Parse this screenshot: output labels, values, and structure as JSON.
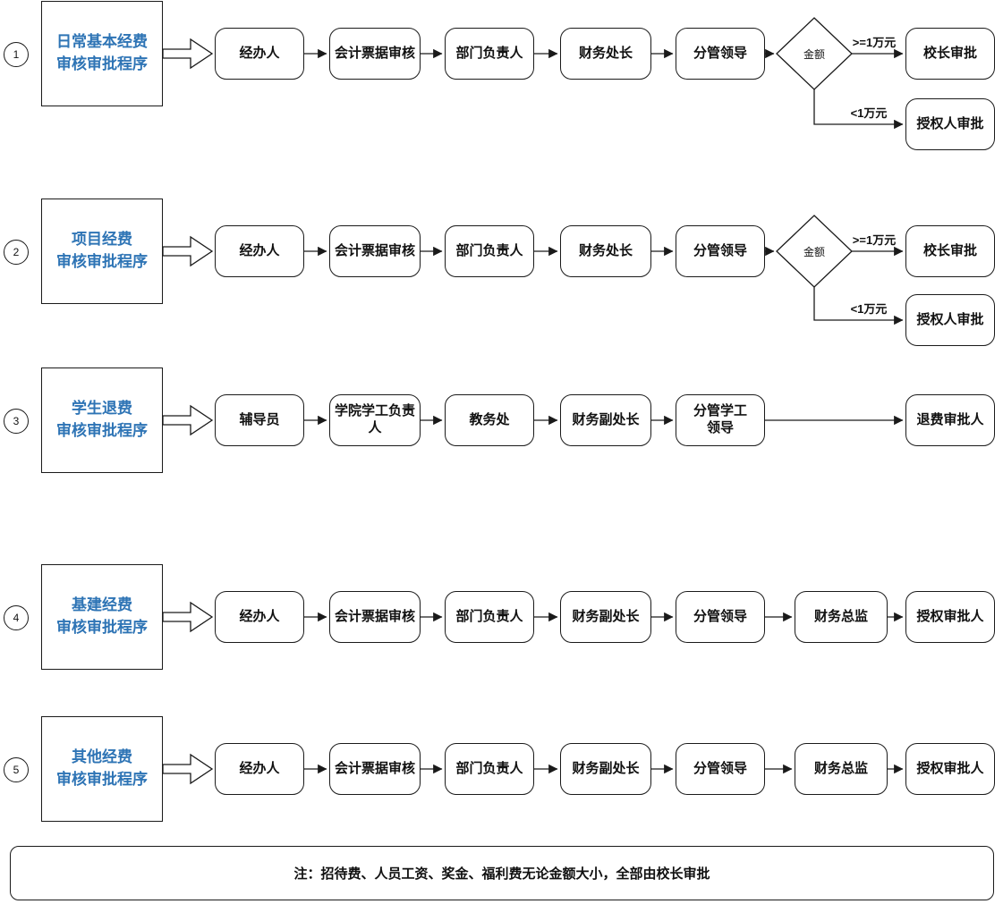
{
  "colors": {
    "accent": "#2E74B5",
    "line": "#1a1a1a"
  },
  "rows": [
    {
      "num": "1",
      "title": "日常基本经费\n审核审批程序",
      "steps": [
        "经办人",
        "会计票据审核",
        "部门负责人",
        "财务处长",
        "分管领导"
      ],
      "decision": "金额",
      "high_label": ">=1万元",
      "high_target": "校长审批",
      "low_label": "<1万元",
      "low_target": "授权人审批"
    },
    {
      "num": "2",
      "title": "项目经费\n审核审批程序",
      "steps": [
        "经办人",
        "会计票据审核",
        "部门负责人",
        "财务处长",
        "分管领导"
      ],
      "decision": "金额",
      "high_label": ">=1万元",
      "high_target": "校长审批",
      "low_label": "<1万元",
      "low_target": "授权人审批"
    },
    {
      "num": "3",
      "title": "学生退费\n审核审批程序",
      "steps": [
        "辅导员",
        "学院学工负责\n人",
        "教务处",
        "财务副处长",
        "分管学工\n领导"
      ],
      "end_target": "退费审批人"
    },
    {
      "num": "4",
      "title": "基建经费\n审核审批程序",
      "steps": [
        "经办人",
        "会计票据审核",
        "部门负责人",
        "财务副处长",
        "分管领导",
        "财务总监"
      ],
      "end_target": "授权审批人"
    },
    {
      "num": "5",
      "title": "其他经费\n审核审批程序",
      "steps": [
        "经办人",
        "会计票据审核",
        "部门负责人",
        "财务副处长",
        "分管领导",
        "财务总监"
      ],
      "end_target": "授权审批人"
    }
  ],
  "note": "注：招待费、人员工资、奖金、福利费无论金额大小，全部由校长审批"
}
